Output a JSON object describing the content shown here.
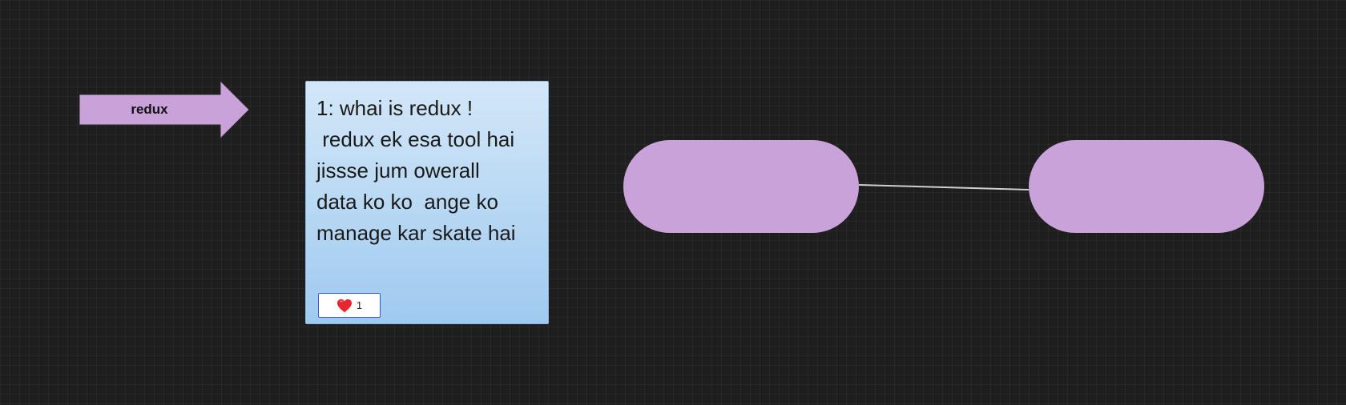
{
  "arrow": {
    "label": "redux",
    "color": "#c8a2d8"
  },
  "sticky_note": {
    "text": "1: whai is redux !\n redux ek esa tool hai\njissse jum owerall\ndata ko ko  ange ko\nmanage kar skate hai",
    "reaction": {
      "icon": "heart-icon",
      "count": "1"
    },
    "colors": {
      "top": "#d3e7f8",
      "bottom": "#9fcaef"
    }
  },
  "shapes": [
    {
      "type": "rounded-pill",
      "label": "",
      "color": "#c8a2d8"
    },
    {
      "type": "rounded-pill",
      "label": "",
      "color": "#c8a2d8"
    }
  ],
  "connector": {
    "from": "shape-0",
    "to": "shape-1",
    "color": "#cfcfcf"
  },
  "canvas": {
    "background": "#1e1e1e",
    "grid": true
  }
}
